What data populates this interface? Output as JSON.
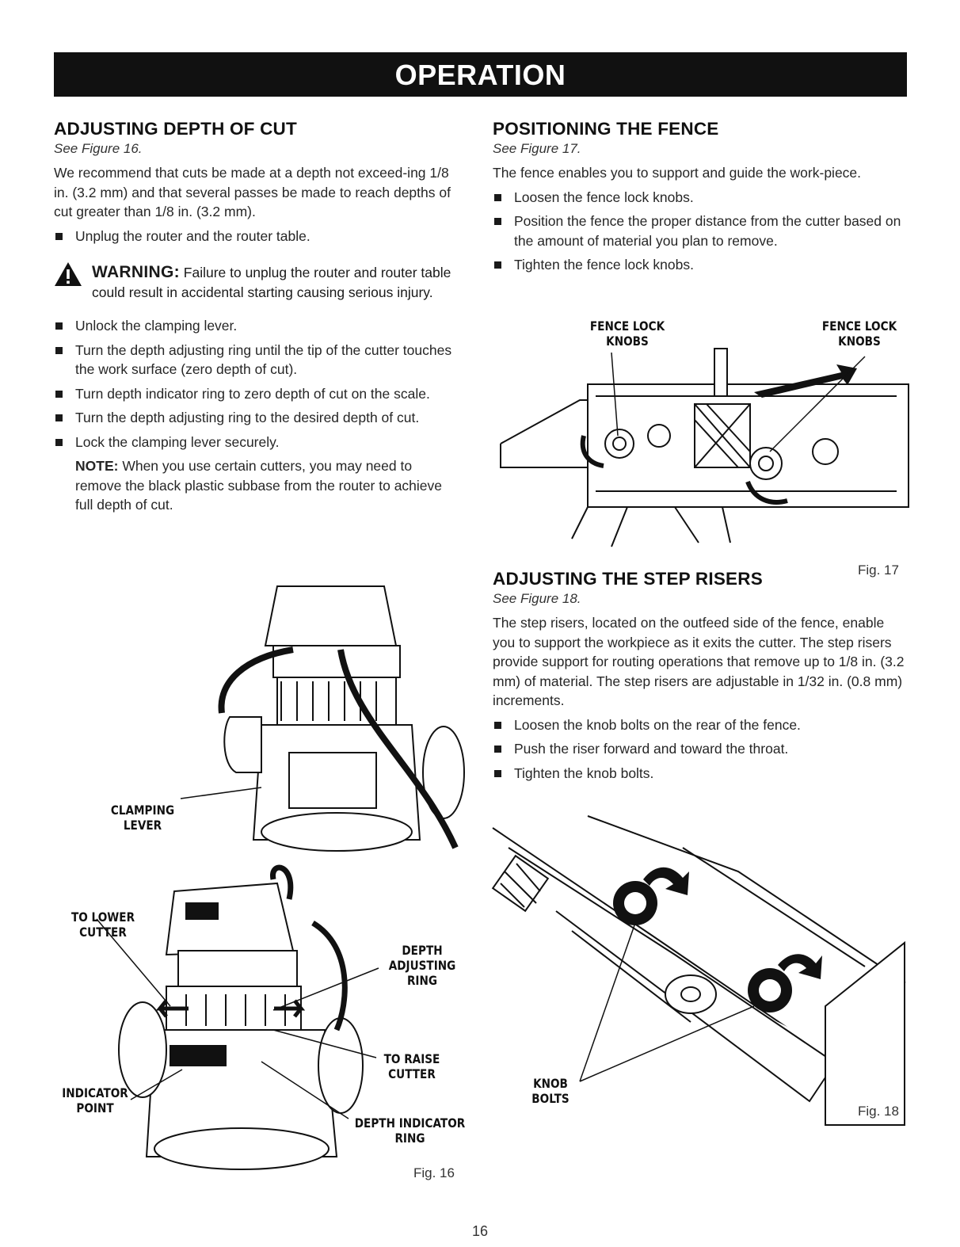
{
  "header": {
    "title": "OPERATION"
  },
  "left": {
    "heading": "ADJUSTING DEPTH OF CUT",
    "see_figure": "See Figure 16.",
    "intro": "We recommend that cuts be made at a depth not exceed-ing 1/8 in. (3.2 mm) and that several passes be made to reach depths of cut greater than 1/8 in. (3.2 mm).",
    "bullet_1": "Unplug the router and the router table.",
    "warning_label": "WARNING:",
    "warning_text": "Failure to unplug the router and router table could result in accidental starting causing serious injury.",
    "bullets": [
      "Unlock the clamping lever.",
      "Turn the depth adjusting ring until the tip of the cutter touches the work surface (zero depth of cut).",
      "Turn depth indicator ring to zero depth of cut on the scale.",
      "Turn the depth adjusting ring to the desired depth of cut.",
      "Lock the clamping lever securely."
    ],
    "note_label": "NOTE:",
    "note_text": "When you use certain cutters, you may need to remove the black plastic subbase from the router to achieve full depth of cut."
  },
  "right": {
    "fence_heading": "POSITIONING THE FENCE",
    "fence_see_figure": "See Figure 17.",
    "fence_intro": "The fence enables you to support and guide the work-piece.",
    "fence_bullets": [
      "Loosen the fence lock knobs.",
      "Position the fence the proper distance from the cutter based on the amount of material you plan to remove.",
      "Tighten the fence lock knobs."
    ],
    "risers_heading": "ADJUSTING THE STEP RISERS",
    "risers_see_figure": "See Figure 18.",
    "risers_intro": "The step risers, located on the outfeed side of the fence, enable you to support the workpiece as it exits the cutter. The step risers provide support for routing operations that remove up to 1/8 in. (3.2 mm) of material. The step risers are adjustable in 1/32 in. (0.8 mm) increments.",
    "risers_bullets": [
      "Loosen the knob bolts on the rear of the fence.",
      "Push the riser forward and toward the throat.",
      "Tighten the knob bolts."
    ]
  },
  "fig16": {
    "label": "Fig. 16",
    "callouts": {
      "clamping_lever": "CLAMPING\nLEVER",
      "to_lower_cutter": "TO LOWER\nCUTTER",
      "depth_adjusting_ring": "DEPTH\nADJUSTING\nRING",
      "to_raise_cutter": "TO RAISE\nCUTTER",
      "indicator_point": "INDICATOR\nPOINT",
      "depth_indicator_ring": "DEPTH INDICATOR\nRING"
    }
  },
  "fig17": {
    "label": "Fig. 17",
    "callouts": {
      "fence_lock_knobs_left": "FENCE LOCK\nKNOBS",
      "fence_lock_knobs_right": "FENCE LOCK\nKNOBS"
    }
  },
  "fig18": {
    "label": "Fig. 18",
    "callouts": {
      "knob_bolts": "KNOB\nBOLTS"
    }
  },
  "footer": {
    "page_number": "16"
  }
}
